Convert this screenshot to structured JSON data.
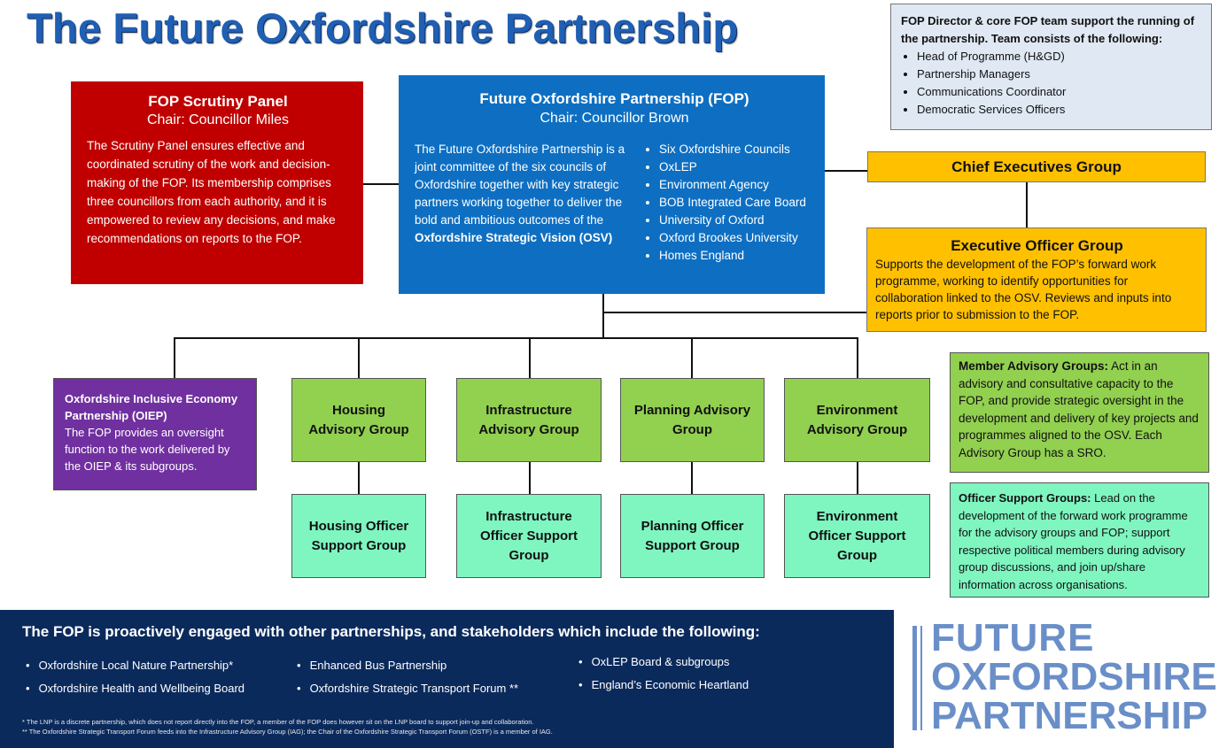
{
  "title": "The Future Oxfordshire Partnership",
  "team_box": {
    "lead": "FOP Director & core FOP team support the running of the partnership. Team consists of the following:",
    "items": [
      "Head of Programme (H&GD)",
      "Partnership Managers",
      "Communications Coordinator",
      "Democratic Services Officers"
    ]
  },
  "scrutiny": {
    "title": "FOP Scrutiny Panel",
    "chair": "Chair: Councillor Miles",
    "body": "The Scrutiny Panel ensures effective and coordinated scrutiny of the work and decision-making of the FOP. Its membership comprises three councillors from each authority, and it is empowered to review any decisions, and make recommendations on reports to the FOP."
  },
  "fop": {
    "title": "Future Oxfordshire Partnership (FOP)",
    "chair": "Chair: Councillor Brown",
    "body": "The Future Oxfordshire Partnership is a joint committee of the six councils of Oxfordshire together with key strategic partners working together to deliver the bold and ambitious outcomes of the",
    "body_bold": "Oxfordshire Strategic Vision (OSV)",
    "members": [
      "Six Oxfordshire Councils",
      "OxLEP",
      "Environment Agency",
      "BOB Integrated Care Board",
      "University of Oxford",
      "Oxford Brookes University",
      "Homes England"
    ]
  },
  "chief_exec": {
    "title": "Chief Executives Group"
  },
  "exec_officer": {
    "title": "Executive Officer Group",
    "body": "Supports the development of the FOP’s forward work programme, working to identify opportunities for collaboration linked to the OSV. Reviews and inputs into reports prior to submission to the FOP."
  },
  "oiep": {
    "title": "Oxfordshire Inclusive Economy Partnership (OIEP)",
    "body": "The FOP provides an oversight function to the work delivered by the OIEP & its subgroups."
  },
  "advisory_groups": [
    {
      "name": "Housing Advisory Group",
      "support": "Housing Officer Support Group"
    },
    {
      "name": "Infrastructure Advisory Group",
      "support": "Infrastructure Officer Support Group"
    },
    {
      "name": "Planning Advisory Group",
      "support": "Planning Officer Support Group"
    },
    {
      "name": "Environment Advisory Group",
      "support": "Environment Officer Support Group"
    }
  ],
  "member_advisory": {
    "title": "Member Advisory Groups:",
    "body": "Act in an advisory and consultative capacity to the FOP, and provide strategic oversight in the development and delivery of key projects and programmes aligned to the OSV. Each Advisory Group has a SRO."
  },
  "officer_support": {
    "title": "Officer Support Groups:",
    "body": "Lead on the development of the forward work programme for the advisory groups and FOP; support respective political members during advisory group discussions, and join up/share information across organisations."
  },
  "bottom": {
    "heading": "The FOP is proactively engaged with other partnerships, and stakeholders which include the following:",
    "items": [
      "Oxfordshire Local Nature Partnership*",
      "Oxfordshire Health and Wellbeing Board",
      "Enhanced Bus Partnership",
      "Oxfordshire Strategic Transport Forum **",
      "OxLEP Board & subgroups",
      "England’s Economic Heartland"
    ],
    "footnote1": "* The LNP is a discrete partnership, which does not report directly into the FOP, a member of the FOP does however sit on the LNP board to support join-up and collaboration.",
    "footnote2": "** The Oxfordshire Strategic Transport Forum feeds into the Infrastructure Advisory Group (IAG); the Chair of the Oxfordshire Strategic Transport Forum (OSTF) is a member of IAG."
  },
  "logo": {
    "line1": "FUTURE",
    "line2": "OXFORDSHIRE",
    "line3": "PARTNERSHIP"
  }
}
